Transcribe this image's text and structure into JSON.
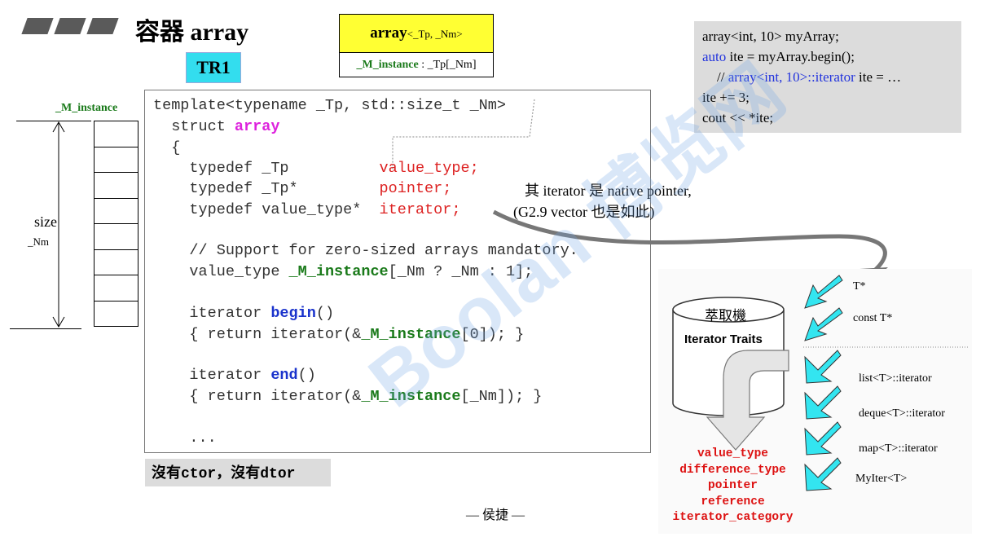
{
  "header": {
    "title": "容器 array",
    "tag": "TR1"
  },
  "class_box": {
    "name": "array",
    "params": "<_Tp, _Nm>",
    "member_name": "_M_instance",
    "member_type": " : _Tp[_Nm]"
  },
  "usage_code": {
    "line1": "array<int, 10> myArray;",
    "line2_kw": "auto",
    "line2_rest": " ite = myArray.begin();",
    "line3_prefix": "// ",
    "line3_blue": "array<int, 10>::iterator",
    "line3_rest": " ite = …",
    "line4": "ite += 3;",
    "line5": "cout << *ite;"
  },
  "diagram": {
    "member_label": "_M_instance",
    "size_label": "size",
    "nm_label": "_Nm"
  },
  "code": {
    "l1": "template<typename _Tp, std::size_t _Nm>",
    "l2a": "  struct ",
    "l2b": "array",
    "l3": "  {",
    "l4a": "    typedef _Tp          ",
    "l4b": "value_type;",
    "l5a": "    typedef _Tp*         ",
    "l5b": "pointer;",
    "l6a": "    typedef value_type*  ",
    "l6b": "iterator;",
    "l7": "    // Support for zero-sized arrays mandatory.",
    "l8a": "    value_type ",
    "l8b": "_M_instance",
    "l8c": "[_Nm ? _Nm : 1];",
    "l9a": "    iterator ",
    "l9b": "begin",
    "l9c": "()",
    "l10a": "    { return iterator(&",
    "l10b": "_M_instance",
    "l10c": "[0]); }",
    "l11a": "    iterator ",
    "l11b": "end",
    "l11c": "()",
    "l12a": "    { return iterator(&",
    "l12b": "_M_instance",
    "l12c": "[_Nm]); }",
    "l13": "    ..."
  },
  "notes": {
    "n1": "其 iterator 是 native pointer,",
    "n2": "(G2.9 vector 也是如此)"
  },
  "footer": {
    "no_ctor_a": "沒有",
    "no_ctor_b": "ctor",
    "no_ctor_c": "，沒有",
    "no_ctor_d": "dtor",
    "author": "— 侯捷 —"
  },
  "traits": {
    "cylinder_top": "萃取機",
    "cylinder_label": "Iterator Traits",
    "inputs": [
      "T*",
      "const T*",
      "list<T>::iterator",
      "deque<T>::iterator",
      "map<T>::iterator",
      "MyIter<T>"
    ],
    "outputs": [
      "value_type",
      "difference_type",
      "pointer",
      "reference",
      "iterator_category"
    ]
  },
  "watermark": "Boolan 博览网",
  "colors": {
    "tag_bg": "#33ddee",
    "class_bg": "#ffff33",
    "keyword": "#dd22dd",
    "green": "#1a7a1a",
    "red": "#dd2222",
    "blue": "#1a33cc"
  }
}
